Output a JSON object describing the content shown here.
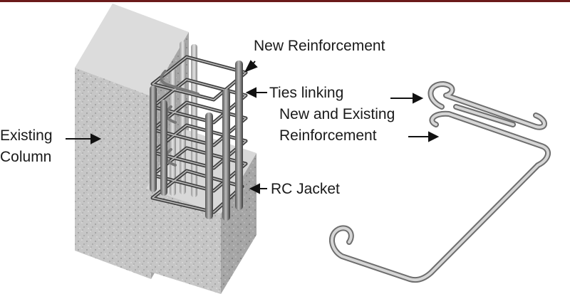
{
  "labels": {
    "new_reinforcement": "New Reinforcement",
    "ties_line1": "Ties linking",
    "ties_line2": "New and Existing",
    "ties_line3": "Reinforcement",
    "existing_line1": "Existing",
    "existing_line2": "Column",
    "rc_jacket": "RC Jacket"
  },
  "colors": {
    "concrete": "#c9c9c9",
    "concrete_shadow": "#a9a9a9",
    "steel_light": "#b5b5b5",
    "steel_dark": "#444444",
    "accent_rule": "#6b1a1a"
  }
}
